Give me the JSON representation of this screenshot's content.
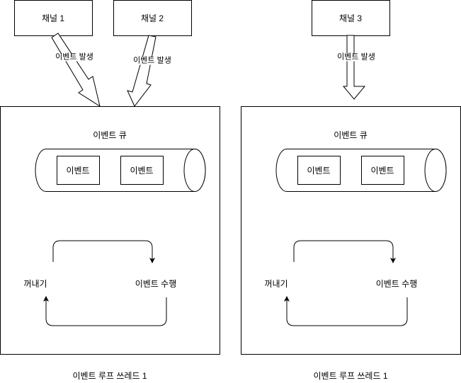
{
  "channels": [
    {
      "label": "채널 1"
    },
    {
      "label": "채널 2"
    },
    {
      "label": "채널 3"
    }
  ],
  "edges": [
    {
      "label": "이벤트 발생"
    },
    {
      "label": "이벤트 발생"
    },
    {
      "label": "이벤트 발생"
    }
  ],
  "threads": [
    {
      "queue_title": "이벤트 큐",
      "events": [
        "이벤트",
        "이벤트"
      ],
      "loop": {
        "take_label": "꺼내기",
        "run_label": "이벤트 수행"
      },
      "caption": "이벤트 루프 쓰레드 1"
    },
    {
      "queue_title": "이벤트 큐",
      "events": [
        "이벤트",
        "이벤트"
      ],
      "loop": {
        "take_label": "꺼내기",
        "run_label": "이벤트 수행"
      },
      "caption": "이벤트 루프 쓰레드 1"
    }
  ]
}
